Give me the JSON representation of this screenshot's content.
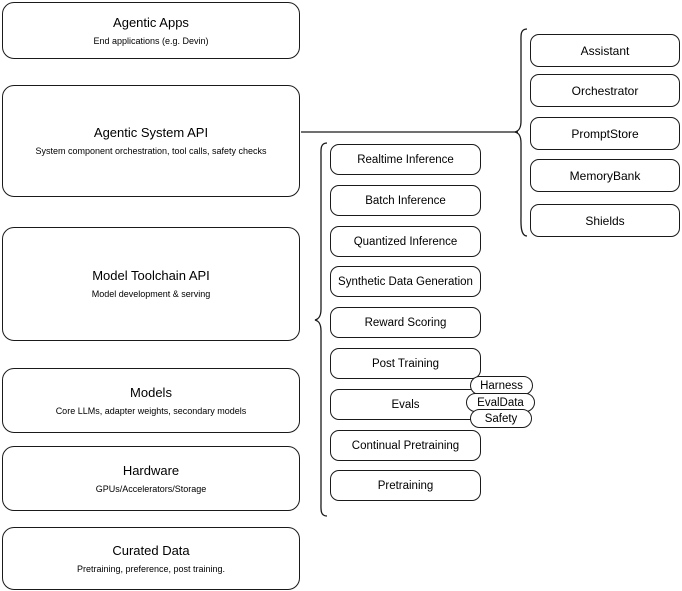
{
  "diagram": {
    "title": "AI stack layered architecture diagram",
    "background_color": "#ffffff",
    "stroke_color": "#1a1a1a"
  },
  "layers": [
    {
      "id": "agentic-apps",
      "title": "Agentic Apps",
      "subtitle": "End applications (e.g. Devin)"
    },
    {
      "id": "agentic-system-api",
      "title": "Agentic System API",
      "subtitle": "System component orchestration, tool calls, safety checks"
    },
    {
      "id": "model-toolchain-api",
      "title": "Model Toolchain API",
      "subtitle": "Model development & serving"
    },
    {
      "id": "models",
      "title": "Models",
      "subtitle": "Core LLMs, adapter weights, secondary models"
    },
    {
      "id": "hardware",
      "title": "Hardware",
      "subtitle": "GPUs/Accelerators/Storage"
    },
    {
      "id": "curated-data",
      "title": "Curated Data",
      "subtitle": "Pretraining, preference, post training."
    }
  ],
  "toolchain_items": [
    {
      "id": "realtime-inference",
      "label": "Realtime Inference"
    },
    {
      "id": "batch-inference",
      "label": "Batch Inference"
    },
    {
      "id": "quantized-inference",
      "label": "Quantized Inference"
    },
    {
      "id": "synthetic-data-generation",
      "label": "Synthetic Data Generation"
    },
    {
      "id": "reward-scoring",
      "label": "Reward Scoring"
    },
    {
      "id": "post-training",
      "label": "Post Training"
    },
    {
      "id": "evals",
      "label": "Evals"
    },
    {
      "id": "continual-pretraining",
      "label": "Continual Pretraining"
    },
    {
      "id": "pretraining",
      "label": "Pretraining"
    }
  ],
  "system_items": [
    {
      "id": "assistant",
      "label": "Assistant"
    },
    {
      "id": "orchestrator",
      "label": "Orchestrator"
    },
    {
      "id": "promptstore",
      "label": "PromptStore"
    },
    {
      "id": "memorybank",
      "label": "MemoryBank"
    },
    {
      "id": "shields",
      "label": "Shields"
    }
  ],
  "eval_pills": [
    {
      "id": "harness",
      "label": "Harness"
    },
    {
      "id": "evaldata",
      "label": "EvalData"
    },
    {
      "id": "safety",
      "label": "Safety"
    }
  ]
}
